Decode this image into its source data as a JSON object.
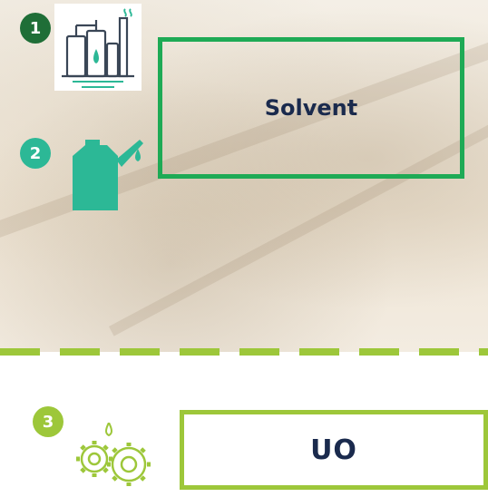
{
  "steps": [
    {
      "number": "1",
      "icon": "refinery-icon",
      "color": "#1f6e37"
    },
    {
      "number": "2",
      "icon": "jerrycan-icon",
      "color": "#2cb896"
    },
    {
      "number": "3",
      "icon": "gears-icon",
      "color": "#9dc73a"
    }
  ],
  "boxes": {
    "solvent": {
      "label": "Solvent",
      "border_color": "#1eaa55"
    },
    "uo": {
      "label": "UO",
      "border_color": "#9dc73a"
    }
  },
  "divider": {
    "style": "dashed",
    "color": "#9dc73a"
  }
}
